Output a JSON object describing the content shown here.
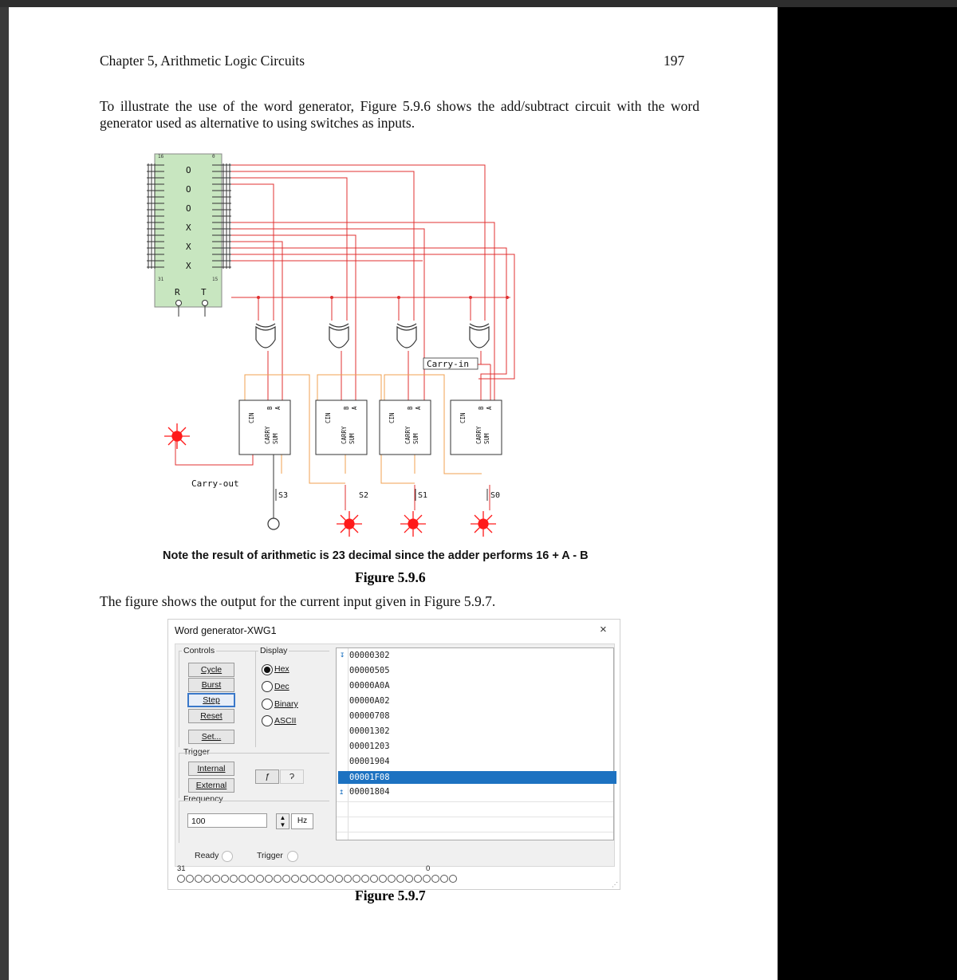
{
  "header": {
    "chapter": "Chapter 5, Arithmetic Logic Circuits",
    "page_number": "197"
  },
  "intro_paragraph": "To illustrate the use of the word generator, Figure 5.9.6 shows the add/subtract circuit with the word generator used as alternative to using switches as inputs.",
  "figure_596": {
    "generator_top_left": "16",
    "generator_top_right": "0",
    "generator_bottom_left": "31",
    "generator_bottom_right": "15",
    "generator_states": [
      "O",
      "O",
      "O",
      "X",
      "X",
      "X"
    ],
    "r_label": "R",
    "t_label": "T",
    "adder_pin_cin": "CIN",
    "adder_pin_b": "B",
    "adder_pin_a": "A",
    "adder_pin_carry": "CARRY",
    "adder_pin_sum": "SUM",
    "carry_in_label": "Carry-in",
    "carry_out_label": "Carry-out",
    "sum_labels": [
      "S3",
      "S2",
      "S1",
      "S0"
    ],
    "note": "Note the result of arithmetic is 23 decimal since the adder performs 16 + A - B",
    "caption": "Figure 5.9.6"
  },
  "mid_paragraph": "The figure shows the output for the current input given in Figure 5.9.7.",
  "word_generator": {
    "window_title": "Word generator-XWG1",
    "close_icon": "close-icon",
    "controls_label": "Controls",
    "buttons": {
      "cycle": "Cycle",
      "burst": "Burst",
      "step": "Step",
      "reset": "Reset",
      "set": "Set...",
      "internal": "Internal",
      "external": "External"
    },
    "display_label": "Display",
    "display_options": [
      "Hex",
      "Dec",
      "Binary",
      "ASCII"
    ],
    "display_selected": "Hex",
    "trigger_label": "Trigger",
    "frequency_label": "Frequency",
    "frequency_value": "100",
    "frequency_unit": "Hz",
    "ready_label": "Ready",
    "trigger_status_label": "Trigger",
    "words": [
      "00000302",
      "00000505",
      "00000A0A",
      "00000A02",
      "00000708",
      "00001302",
      "00001203",
      "00001904",
      "00001F08",
      "00001804"
    ],
    "selected_word": "00001F08",
    "bit_high": "31",
    "bit_low": "0",
    "caption": "Figure 5.9.7"
  }
}
